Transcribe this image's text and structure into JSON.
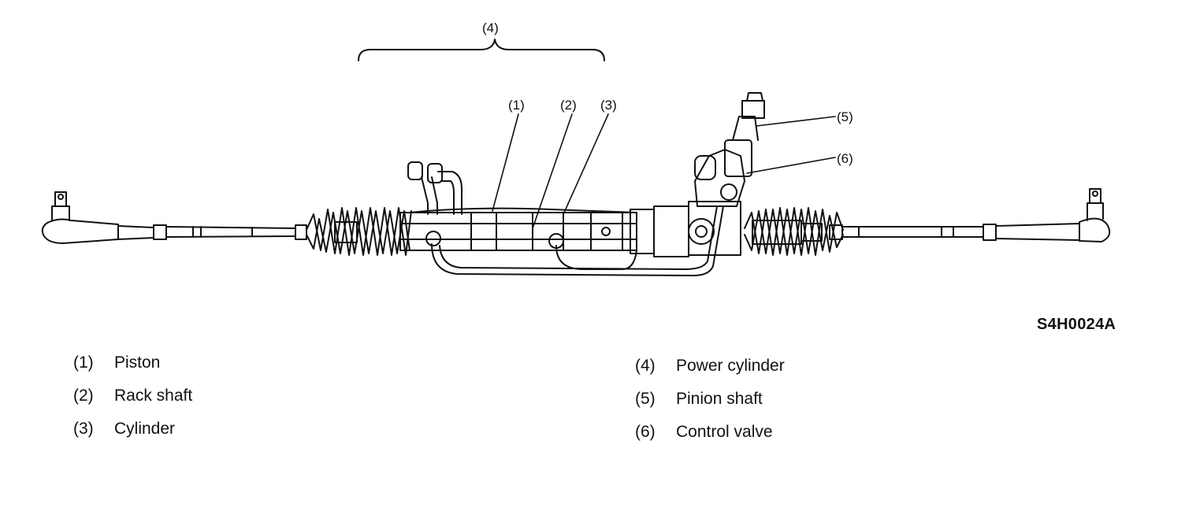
{
  "callouts": {
    "c1": "(1)",
    "c2": "(2)",
    "c3": "(3)",
    "c4": "(4)",
    "c5": "(5)",
    "c6": "(6)"
  },
  "figure_id": "S4H0024A",
  "legend": [
    {
      "num": "(1)",
      "label": "Piston"
    },
    {
      "num": "(2)",
      "label": "Rack shaft"
    },
    {
      "num": "(3)",
      "label": "Cylinder"
    },
    {
      "num": "(4)",
      "label": "Power cylinder"
    },
    {
      "num": "(5)",
      "label": "Pinion shaft"
    },
    {
      "num": "(6)",
      "label": "Control valve"
    }
  ]
}
